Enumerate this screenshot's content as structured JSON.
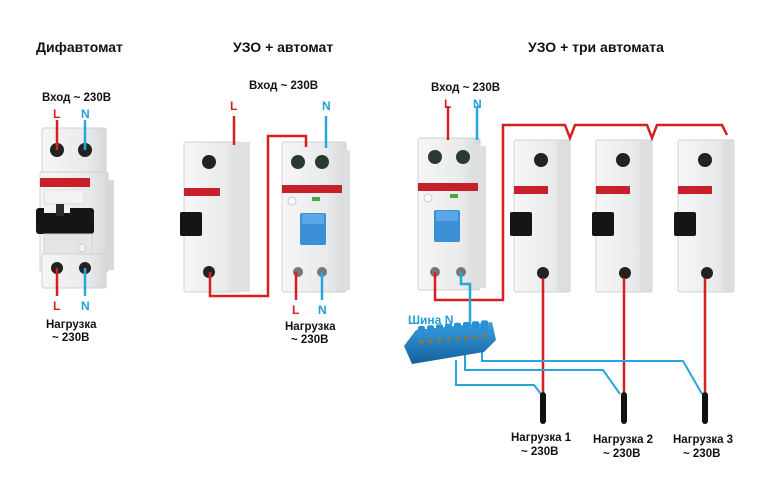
{
  "colors": {
    "phase": "#d42020",
    "neutral": "#26a6dc",
    "breaker_body": "#ecedee",
    "brand_strip": "#c8202a",
    "rcd_toggle": "#3b8fd4",
    "toggle_black": "#151515",
    "bus_bar": "#1f86c9"
  },
  "sections": [
    {
      "title": "Дифавтомат",
      "input_label": "Вход ~ 230В",
      "input_L": "L",
      "input_N": "N",
      "output_L": "L",
      "output_N": "N",
      "load_label": "Нагрузка",
      "load_voltage": "~ 230В"
    },
    {
      "title": "УЗО + автомат",
      "input_label": "Вход ~ 230В",
      "input_L": "L",
      "input_N": "N",
      "output_L": "L",
      "output_N": "N",
      "load_label": "Нагрузка",
      "load_voltage": "~ 230В"
    },
    {
      "title": "УЗО + три автомата",
      "input_label": "Вход ~ 230В",
      "input_L": "L",
      "input_N": "N",
      "bus_label": "Шина N",
      "loads": [
        {
          "label": "Нагрузка 1",
          "voltage": "~ 230В"
        },
        {
          "label": "Нагрузка 2",
          "voltage": "~ 230В"
        },
        {
          "label": "Нагрузка 3",
          "voltage": "~ 230В"
        }
      ]
    }
  ]
}
